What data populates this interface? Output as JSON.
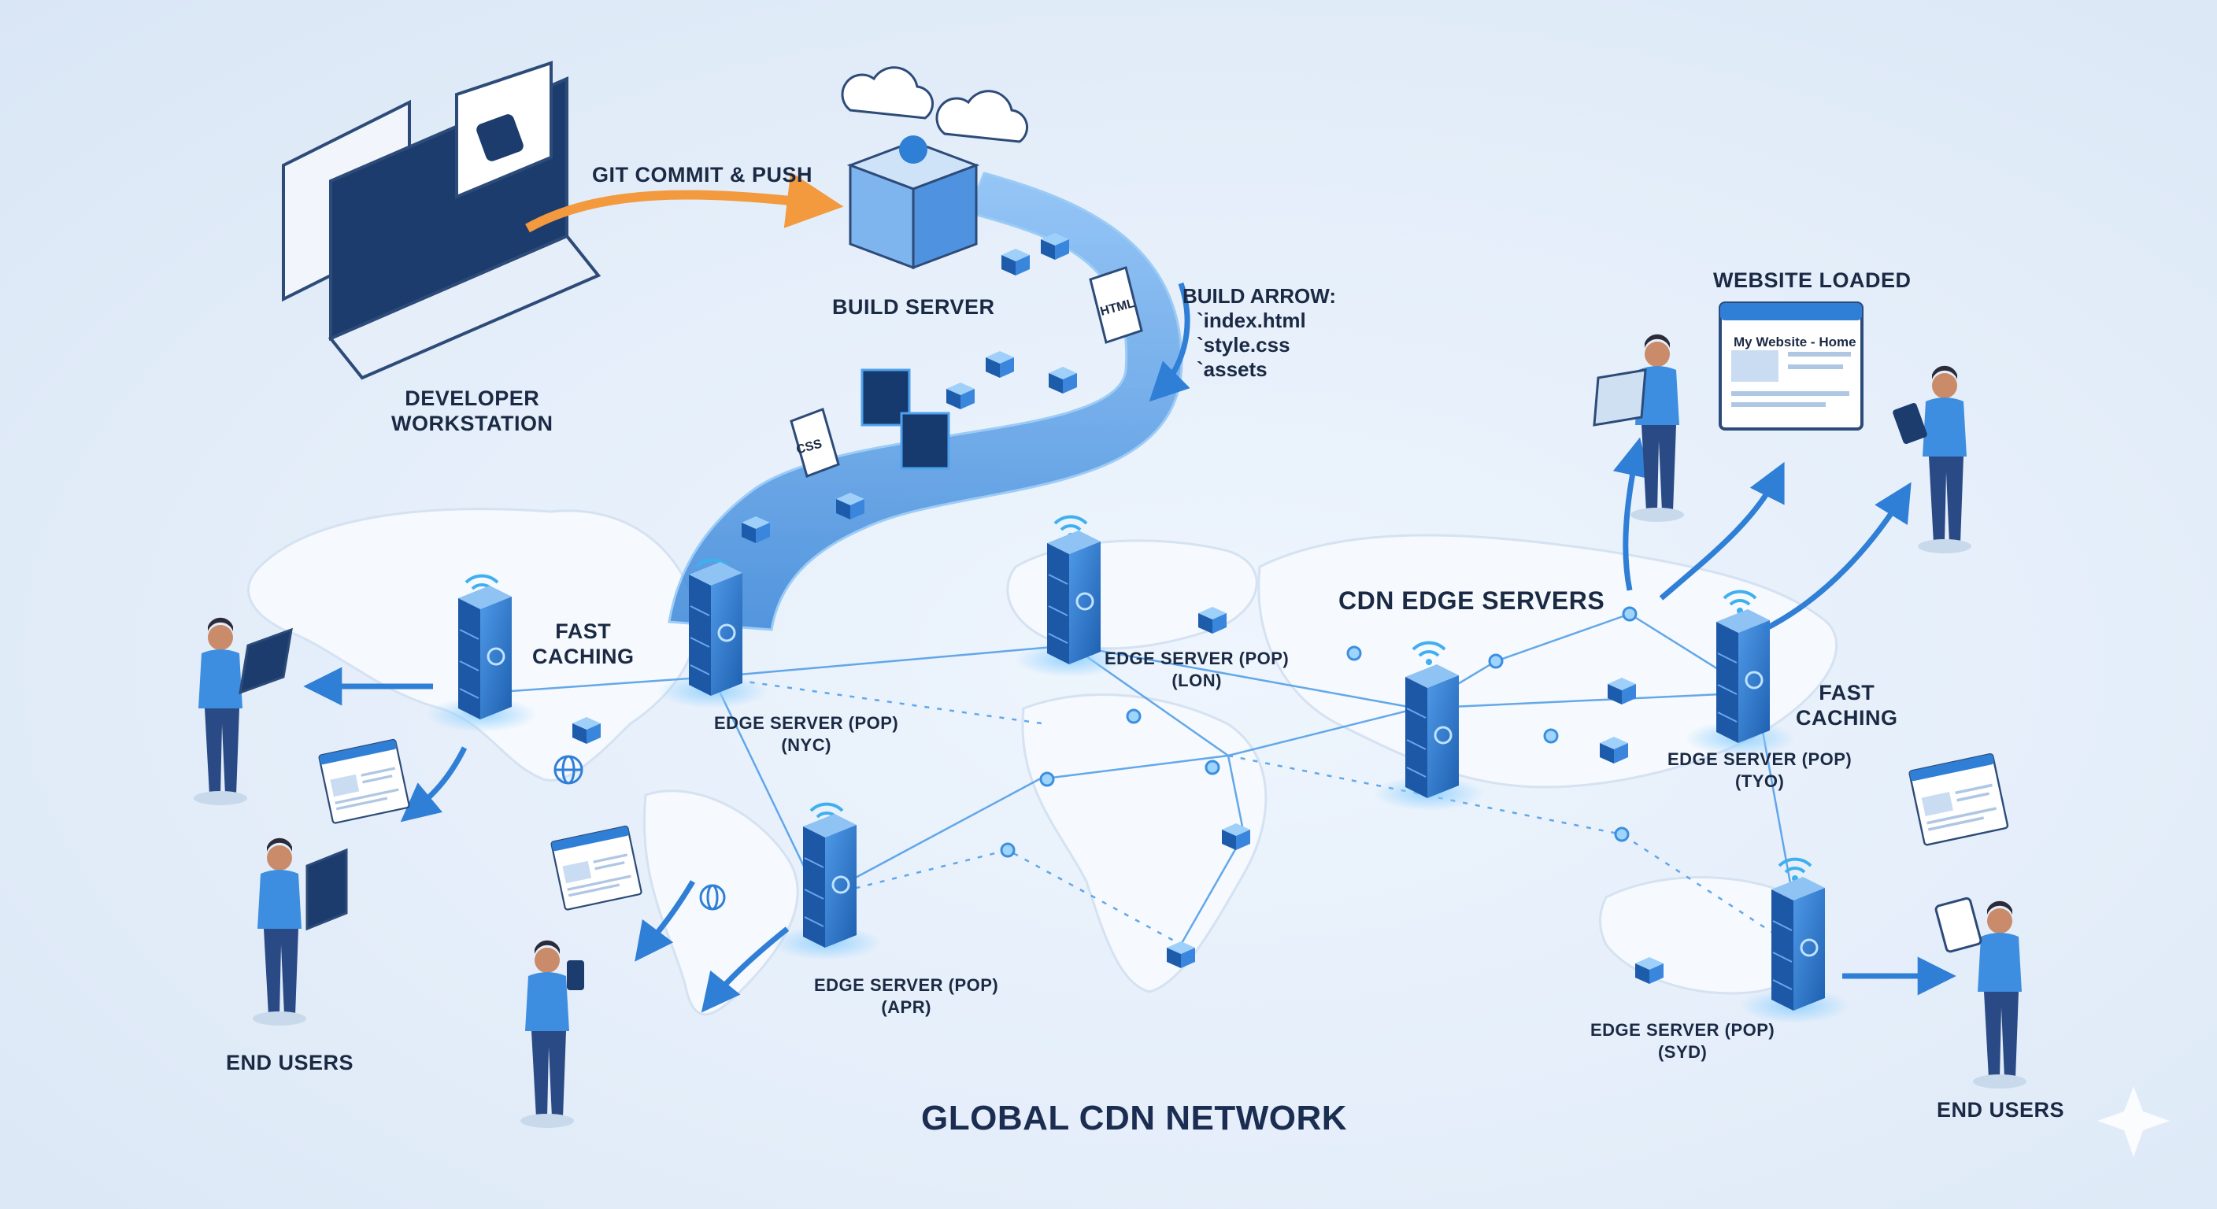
{
  "labels": {
    "developer_workstation": [
      "DEVELOPER",
      "WORKSTATION"
    ],
    "git_commit": "GIT COMMIT & PUSH",
    "build_server": "BUILD SERVER",
    "build_arrow": "BUILD ARROW:",
    "build_files": [
      "`index.html",
      "`style.css",
      "`assets"
    ],
    "website_loaded": "WEBSITE LOADED",
    "browser_title": "My Website - Home",
    "cdn_edge_servers": "CDN EDGE SERVERS",
    "fast_caching": [
      "FAST",
      "CACHING"
    ],
    "edge_nyc": [
      "EDGE SERVER (POP)",
      "(NYC)"
    ],
    "edge_lon": [
      "EDGE SERVER (POP)",
      "(LON)"
    ],
    "edge_apr": [
      "EDGE SERVER (POP)",
      "(APR)"
    ],
    "edge_tyo": [
      "EDGE SERVER (POP)",
      "(TYO)"
    ],
    "edge_syd": [
      "EDGE SERVER (POP)",
      "(SYD)"
    ],
    "end_users": "END USERS",
    "global_cdn": "GLOBAL CDN NETWORK",
    "file_css": "CSS",
    "file_html": "HTML"
  },
  "colors": {
    "accent": "#2f7fd6",
    "accent_dark": "#1e5fb0",
    "orange": "#f29a3d",
    "land": "#f6f9fd",
    "background": "#e4eef9",
    "text": "#1b2a44"
  },
  "icons": [
    "laptop-icon",
    "git-icon",
    "cloud-icon",
    "server-rack-icon",
    "wifi-icon",
    "globe-icon",
    "cube-icon",
    "browser-window-icon",
    "person-icon",
    "tablet-icon",
    "phone-icon",
    "sparkle-icon"
  ]
}
